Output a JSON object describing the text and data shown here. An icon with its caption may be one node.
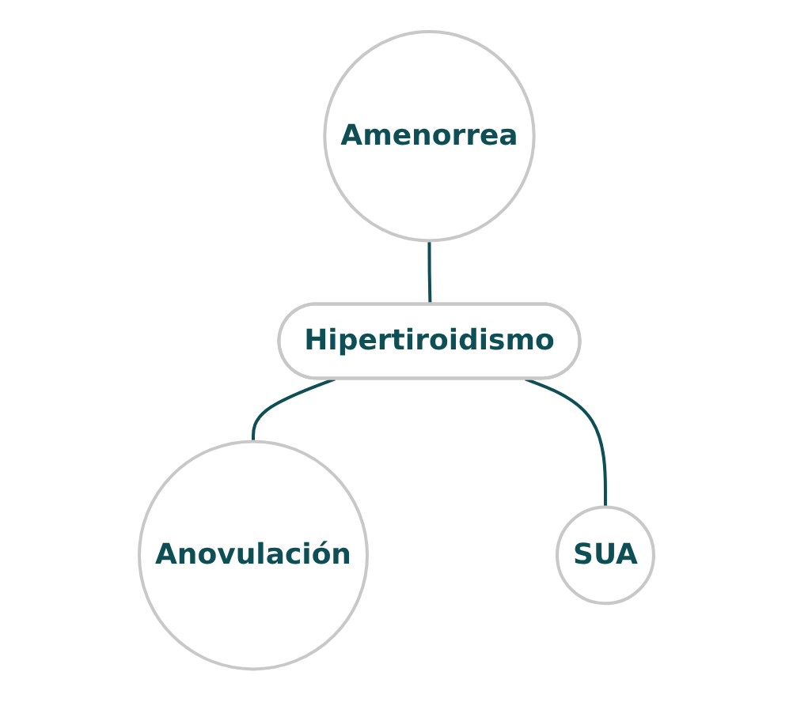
{
  "diagram": {
    "nodes": [
      {
        "text": [
          "Amenorrea"
        ]
      },
      {
        "text": [
          "Hipertiroidismo"
        ]
      },
      {
        "text": [
          "Anovulación"
        ]
      },
      {
        "text": [
          "SUA"
        ]
      }
    ],
    "edges": [
      {
        "from": 0,
        "to": 1,
        "arrow": "none"
      },
      {
        "from": 1,
        "to": 2,
        "arrow": "none"
      },
      {
        "from": 1,
        "to": 3,
        "arrow": "none"
      }
    ]
  }
}
